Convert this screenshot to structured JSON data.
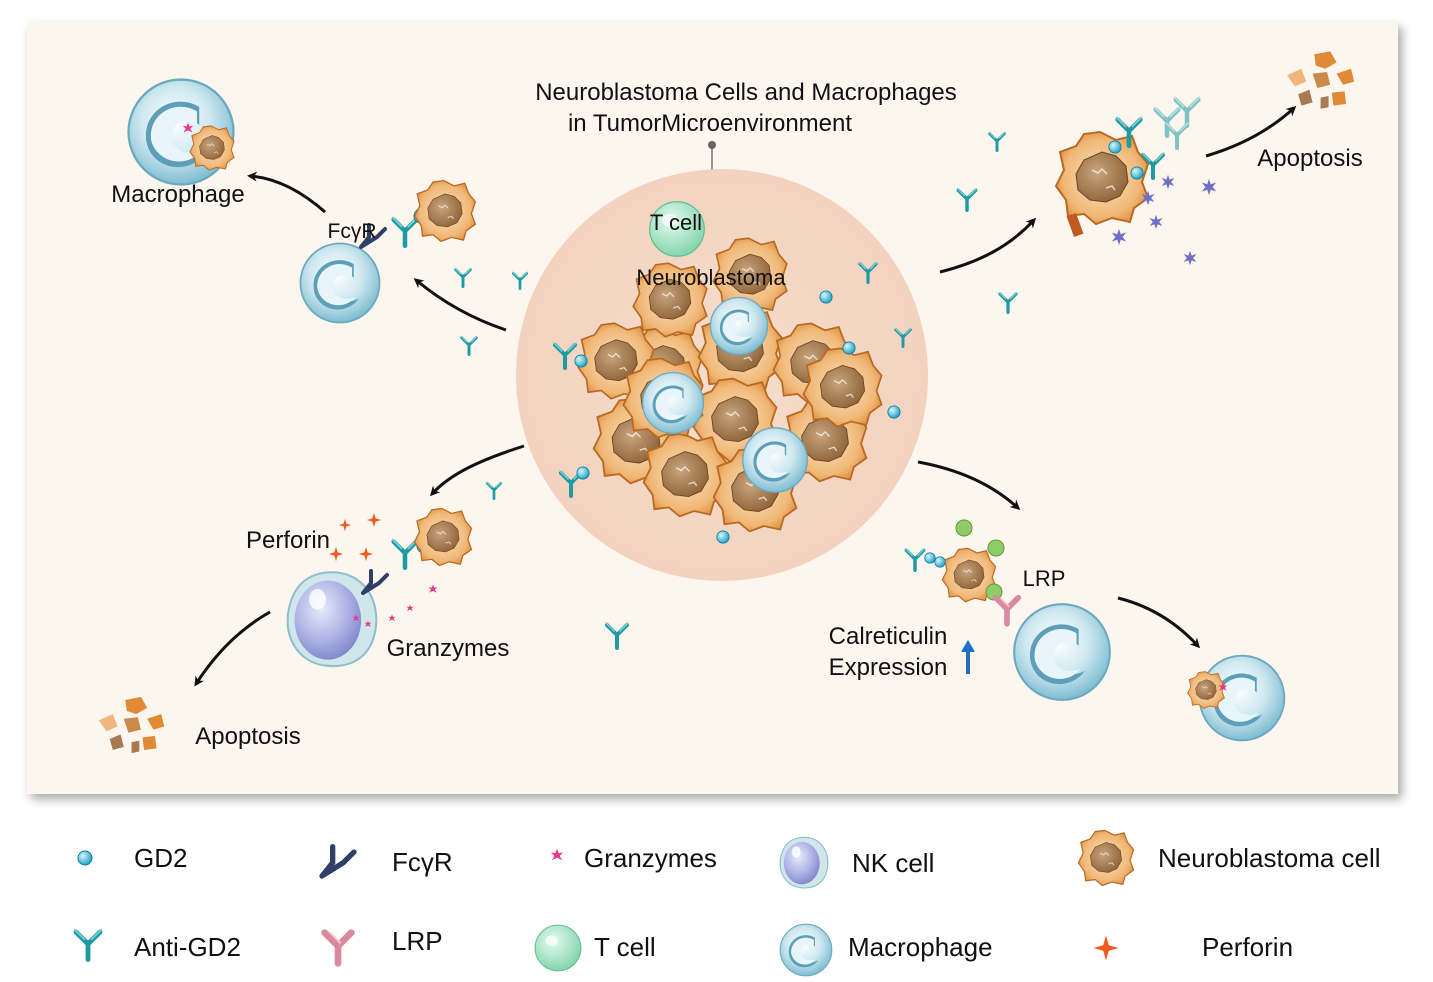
{
  "diagram": {
    "title_line1": "Neuroblastoma Cells and Macrophages",
    "title_line2": "in TumorMicroenvironment",
    "center": {
      "tcell_label": "T cell",
      "tumor_label": "Neuroblastoma"
    },
    "top_left": {
      "macrophage_label": "Macrophage",
      "fcgr_label": "FcγR"
    },
    "top_right": {
      "apoptosis_label": "Apoptosis"
    },
    "bottom_left": {
      "perforin_label": "Perforin",
      "granzymes_label": "Granzymes",
      "apoptosis_label": "Apoptosis"
    },
    "bottom_right": {
      "lrp_label": "LRP",
      "calreticulin_line1": "Calreticulin",
      "calreticulin_line2": "Expression"
    }
  },
  "legend": {
    "items": [
      {
        "label": "GD2",
        "icon": "gd2-icon"
      },
      {
        "label": "FcγR",
        "icon": "fcgr-icon"
      },
      {
        "label": "Granzymes",
        "icon": "granzyme-icon"
      },
      {
        "label": "NK cell",
        "icon": "nk-cell-icon"
      },
      {
        "label": "Neuroblastoma cell",
        "icon": "neuroblastoma-cell-icon"
      },
      {
        "label": "Anti-GD2",
        "icon": "antibody-icon"
      },
      {
        "label": "LRP",
        "icon": "lrp-icon"
      },
      {
        "label": "T cell",
        "icon": "t-cell-icon"
      },
      {
        "label": "Macrophage",
        "icon": "macrophage-icon"
      },
      {
        "label": "Perforin",
        "icon": "perforin-icon"
      }
    ]
  },
  "colors": {
    "panel_bg": "#fcf6ef",
    "tumor_bg": "#f5dccb",
    "teal": "#1e9aa3",
    "gd2": "#35b6d4",
    "macrophage": "#9fd2e2",
    "neuroblastoma": "#e8953c",
    "nk_cell": "#a9aee0",
    "t_cell": "#9ee0bd",
    "perforin": "#ef5a22",
    "granzyme": "#e8378a",
    "lrp": "#d98aa0",
    "fcgr": "#2f3f66",
    "calreticulin_green": "#8fcc68",
    "apoptosis_orange": "#e08a36",
    "arrow": "#111111",
    "up_arrow": "#1f6fc2"
  }
}
